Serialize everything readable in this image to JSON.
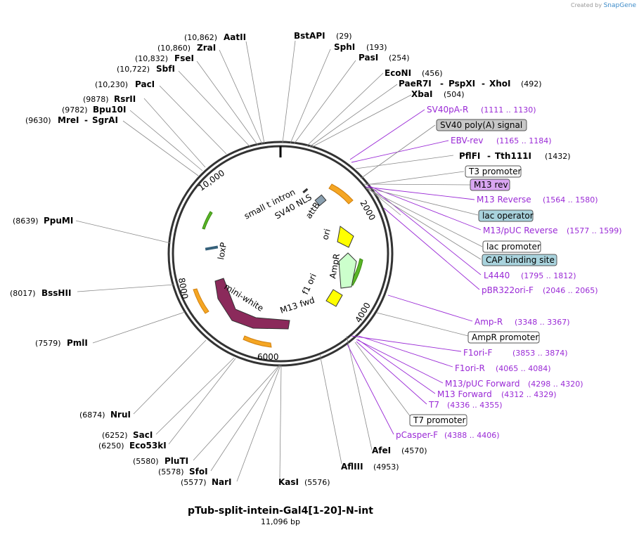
{
  "credit": {
    "prefix": "Created by",
    "brand": "SnapGene"
  },
  "map": {
    "name": "pTub-split-intein-Gal4[1-20]-N-int",
    "length": "11,096 bp"
  },
  "ticks": [
    "2000",
    "4000",
    "6000",
    "8000",
    "10,000"
  ],
  "sites_top": [
    {
      "enz": "AatII",
      "pos": "(10,862)"
    },
    {
      "enz": "ZraI",
      "pos": "(10,860)"
    },
    {
      "enz": "FseI",
      "pos": "(10,832)"
    },
    {
      "enz": "SbfI",
      "pos": "(10,722)"
    },
    {
      "enz": "PacI",
      "pos": "(10,230)"
    },
    {
      "enz": "RsrII",
      "pos": "(9878)"
    },
    {
      "enz": "Bpu10I",
      "pos": "(9782)"
    },
    {
      "enz": "MreI",
      "enz2": "SgrAI",
      "pos": "(9630)"
    },
    {
      "enz": "BstAPI",
      "pos": "(29)"
    },
    {
      "enz": "SphI",
      "pos": "(193)"
    },
    {
      "enz": "PasI",
      "pos": "(254)"
    },
    {
      "enz": "EcoNI",
      "pos": "(456)"
    },
    {
      "enz": "PaeR7I",
      "enz2": "PspXI",
      "enz3": "XhoI",
      "pos": "(492)"
    },
    {
      "enz": "XbaI",
      "pos": "(504)"
    },
    {
      "enz": "PflFI",
      "enz2": "Tth111I",
      "pos": "(1432)"
    }
  ],
  "sites_left": [
    {
      "enz": "PpuMI",
      "pos": "(8639)"
    },
    {
      "enz": "BssHII",
      "pos": "(8017)"
    },
    {
      "enz": "PmlI",
      "pos": "(7579)"
    },
    {
      "enz": "NruI",
      "pos": "(6874)"
    },
    {
      "enz": "SacI",
      "pos": "(6252)"
    },
    {
      "enz": "Eco53kI",
      "pos": "(6250)"
    },
    {
      "enz": "PluTI",
      "pos": "(5580)"
    },
    {
      "enz": "SfoI",
      "pos": "(5578)"
    },
    {
      "enz": "NarI",
      "pos": "(5577)"
    },
    {
      "enz": "KasI",
      "pos": "(5576)"
    },
    {
      "enz": "AflIII",
      "pos": "(4953)"
    },
    {
      "enz": "AfeI",
      "pos": "(4570)"
    }
  ],
  "primers": [
    {
      "name": "SV40pA-R",
      "pos": "(1111 .. 1130)"
    },
    {
      "name": "EBV-rev",
      "pos": "(1165 .. 1184)"
    },
    {
      "name": "M13 Reverse",
      "pos": "(1564 .. 1580)"
    },
    {
      "name": "M13/pUC Reverse",
      "pos": "(1577 .. 1599)"
    },
    {
      "name": "L4440",
      "pos": "(1795 .. 1812)"
    },
    {
      "name": "pBR322ori-F",
      "pos": "(2046 .. 2065)"
    },
    {
      "name": "Amp-R",
      "pos": "(3348 .. 3367)"
    },
    {
      "name": "F1ori-F",
      "pos": "(3853 .. 3874)"
    },
    {
      "name": "F1ori-R",
      "pos": "(4065 .. 4084)"
    },
    {
      "name": "M13/pUC Forward",
      "pos": "(4298 .. 4320)"
    },
    {
      "name": "M13 Forward",
      "pos": "(4312 .. 4329)"
    },
    {
      "name": "T7",
      "pos": "(4336 .. 4355)"
    },
    {
      "name": "pCasper-F",
      "pos": "(4388 .. 4406)"
    }
  ],
  "boxed": [
    {
      "text": "SV40 poly(A) signal",
      "fill": "#c8c8c8"
    },
    {
      "text": "T3 promoter",
      "fill": "#ffffff"
    },
    {
      "text": "M13 rev",
      "fill": "#d9a6f2"
    },
    {
      "text": "lac operator",
      "fill": "#a9d3dd"
    },
    {
      "text": "lac promoter",
      "fill": "#ffffff"
    },
    {
      "text": "CAP binding site",
      "fill": "#a9d3dd"
    },
    {
      "text": "AmpR promoter",
      "fill": "#ffffff"
    },
    {
      "text": "T7 promoter",
      "fill": "#ffffff"
    }
  ],
  "features": {
    "small_t_intron": "small t intron",
    "attB": "attB",
    "sv40_nls": "SV40 NLS",
    "ori": "ori",
    "ampR": "AmpR",
    "f1_ori": "f1 ori",
    "m13_fwd": "M13 fwd",
    "mini_white": "mini-white",
    "loxP": "loxP"
  },
  "colors": {
    "backbone": "#333333",
    "enzyme_line": "#888888",
    "primer": "#9a2ad6",
    "ori": "#ffff00",
    "ampR": "#ccffcc",
    "mini_white": "#8b2a5b",
    "green_arrow": "#59b527",
    "orange_arrow": "#f5a623"
  }
}
